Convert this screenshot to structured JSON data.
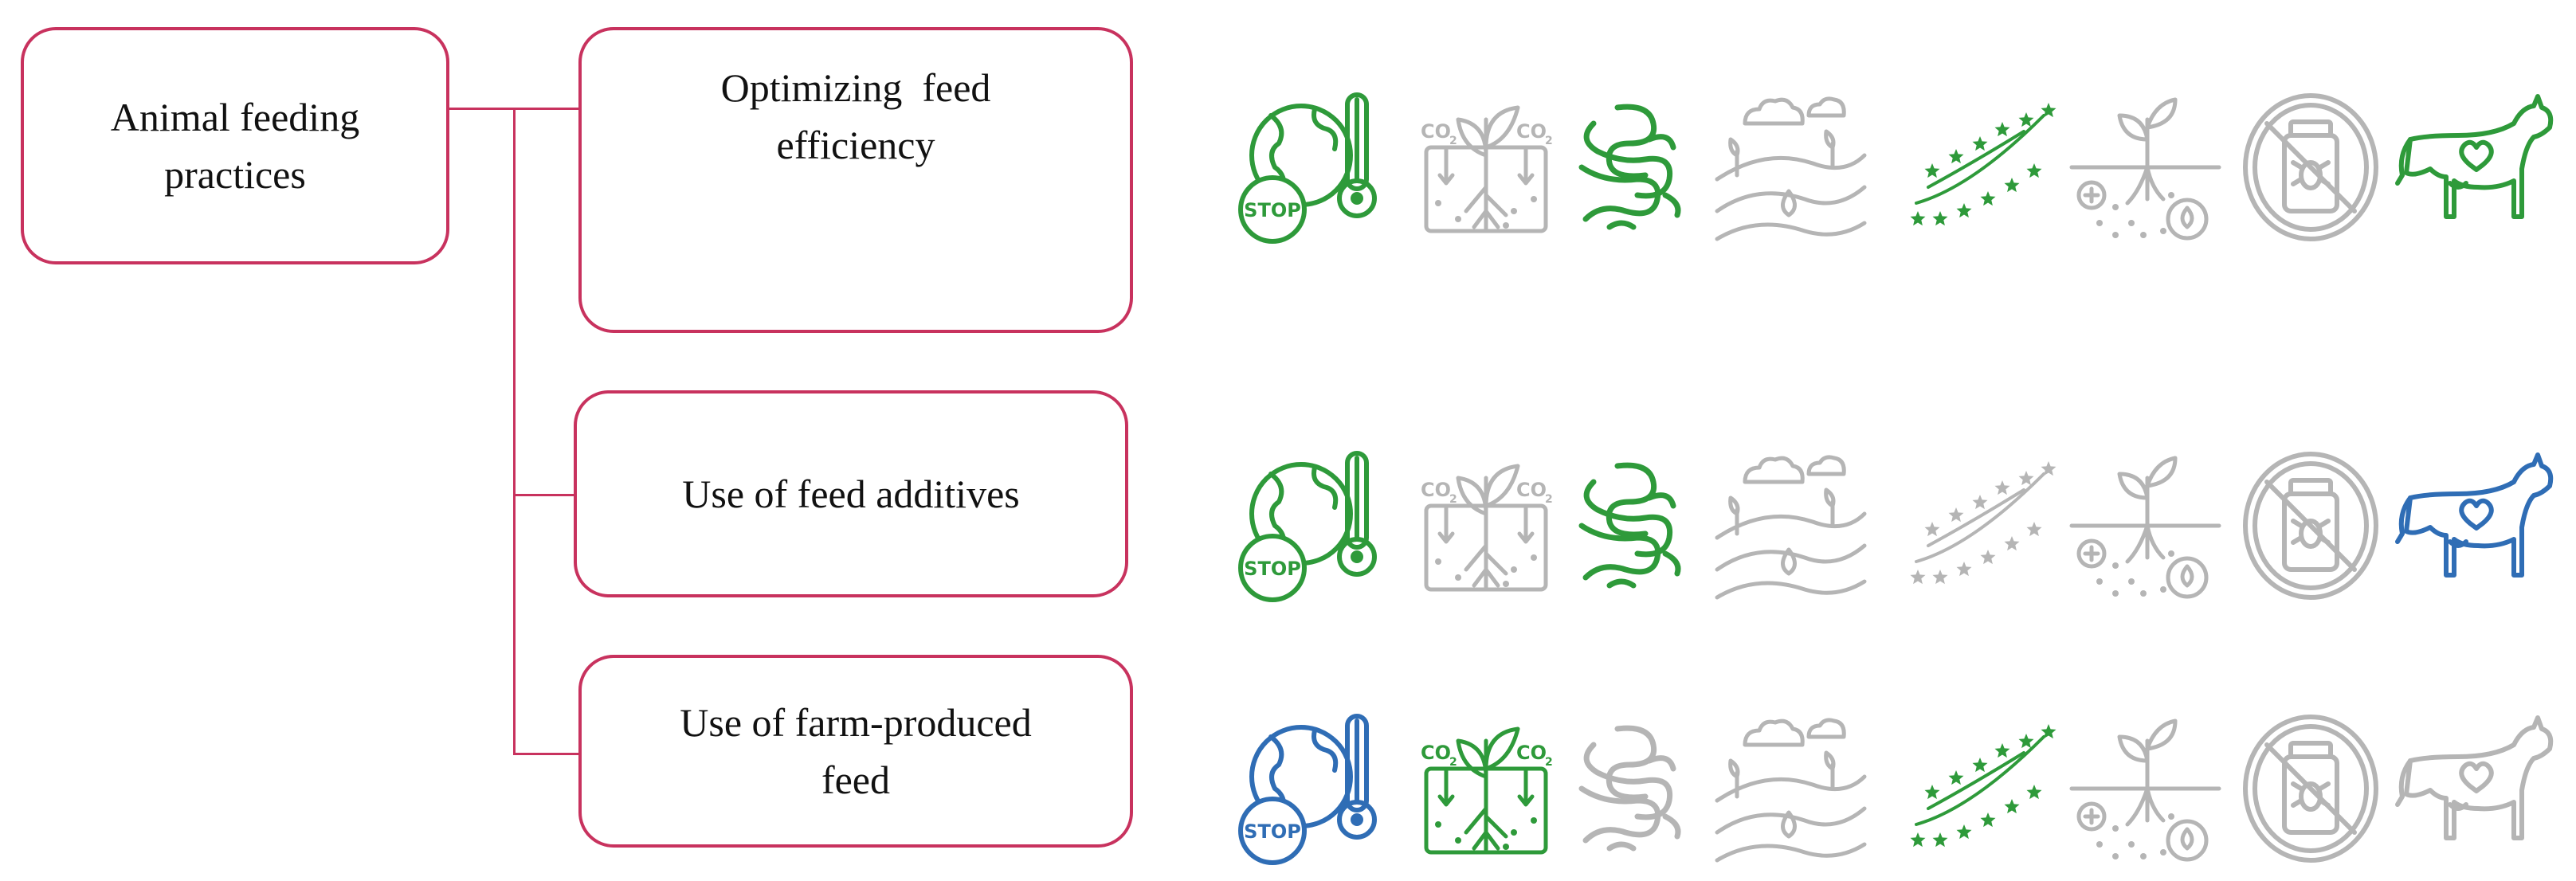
{
  "root": {
    "label": "Animal feeding practices",
    "lines": [
      "Animal feeding",
      "practices"
    ]
  },
  "practices": [
    {
      "id": "feed-efficiency",
      "label": "Optimizing feed efficiency",
      "lines": [
        "Optimizing  feed",
        "efficiency"
      ]
    },
    {
      "id": "feed-additives",
      "label": "Use of feed additives",
      "lines": [
        "Use of feed additives"
      ]
    },
    {
      "id": "farm-produced-feed",
      "label": "Use of farm-produced feed",
      "lines": [
        "Use of farm-produced",
        "feed"
      ]
    }
  ],
  "colors": {
    "green": "#2e9a3a",
    "blue": "#2f6db5",
    "gray": "#b5b5b5",
    "border": "#c8325e"
  },
  "icons": [
    {
      "name": "stop-warming-globe-icon",
      "badge": "STOP"
    },
    {
      "name": "soil-carbon-co2-icon",
      "left": "CO",
      "right": "CO",
      "sub": "2"
    },
    {
      "name": "wind-emissions-icon"
    },
    {
      "name": "landscape-water-icon"
    },
    {
      "name": "eu-organic-leaf-icon"
    },
    {
      "name": "soil-nutrient-plant-icon"
    },
    {
      "name": "no-pesticide-icon"
    },
    {
      "name": "cow-welfare-icon"
    }
  ],
  "icon_matrix": [
    [
      "green",
      "gray",
      "green",
      "gray",
      "green",
      "gray",
      "gray",
      "green"
    ],
    [
      "green",
      "gray",
      "green",
      "gray",
      "gray",
      "gray",
      "gray",
      "blue"
    ],
    [
      "blue",
      "green",
      "gray",
      "gray",
      "green",
      "gray",
      "gray",
      "gray"
    ]
  ]
}
